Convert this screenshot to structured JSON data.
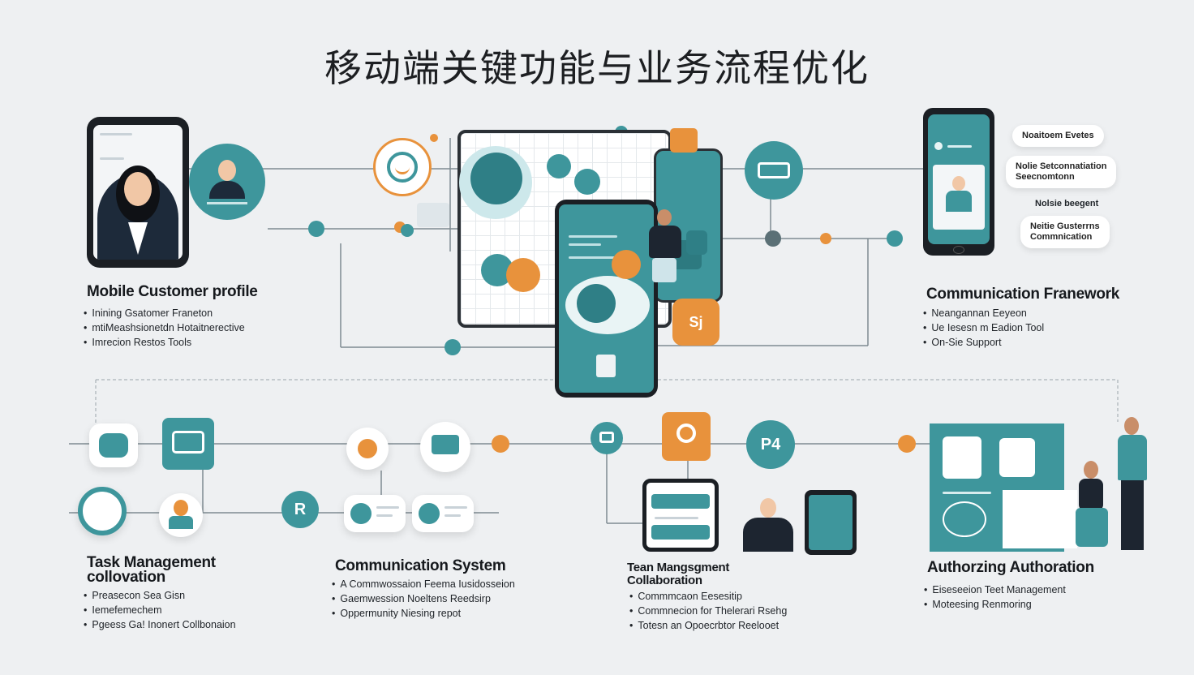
{
  "title": "移动端关键功能与业务流程优化",
  "sections": [
    {
      "heading": "Mobile Customer profile",
      "bullets": [
        "Inining Gsatomer Franeton",
        "mtiMeashsionetdn Hotaitnerective",
        "Imrecion Restos Tools"
      ]
    },
    {
      "heading": "Communication Franework",
      "bullets": [
        "Neangannan Eeyeon",
        "Ue Iesesn m Eadion Tool",
        "On-Sie Support"
      ]
    },
    {
      "heading": "Task Management\ncollovation",
      "bullets": [
        "Preasecon Sea Gisn",
        "Iemefemechem",
        "Pgeess Ga! Inonert Collbonaion"
      ]
    },
    {
      "heading": "Communication System",
      "bullets": [
        "A Commwossaion Feema Iusidosseion",
        "Gaemwession Noeltens Reedsirp",
        "Oppermunity Niesing repot"
      ]
    },
    {
      "heading": "Tean Mangsgment\nCollaboration",
      "bullets": [
        "Commmcaon Eesesitip",
        "Commnecion for Thelerari Rsehg",
        "Totesn an Opoecrbtor Reelooet"
      ]
    },
    {
      "heading": "Authorzing Authoration",
      "bullets": [
        "Eiseseeion Teet Management",
        "Moteesing Renmoring"
      ]
    }
  ],
  "bubbles": [
    "Noaitoem Evetes",
    "Nolie Setconnatiation\nSeecnomtonn",
    "Nolsie beegent",
    "Neitie Gusterrns\nCommnication"
  ],
  "icon_labels": {
    "r": "R",
    "p": "P4",
    "chat": "Sj"
  },
  "colors": {
    "teal": "#3e969c",
    "orange": "#e8923c",
    "background": "#eef0f2",
    "line": "#7f8b92"
  }
}
